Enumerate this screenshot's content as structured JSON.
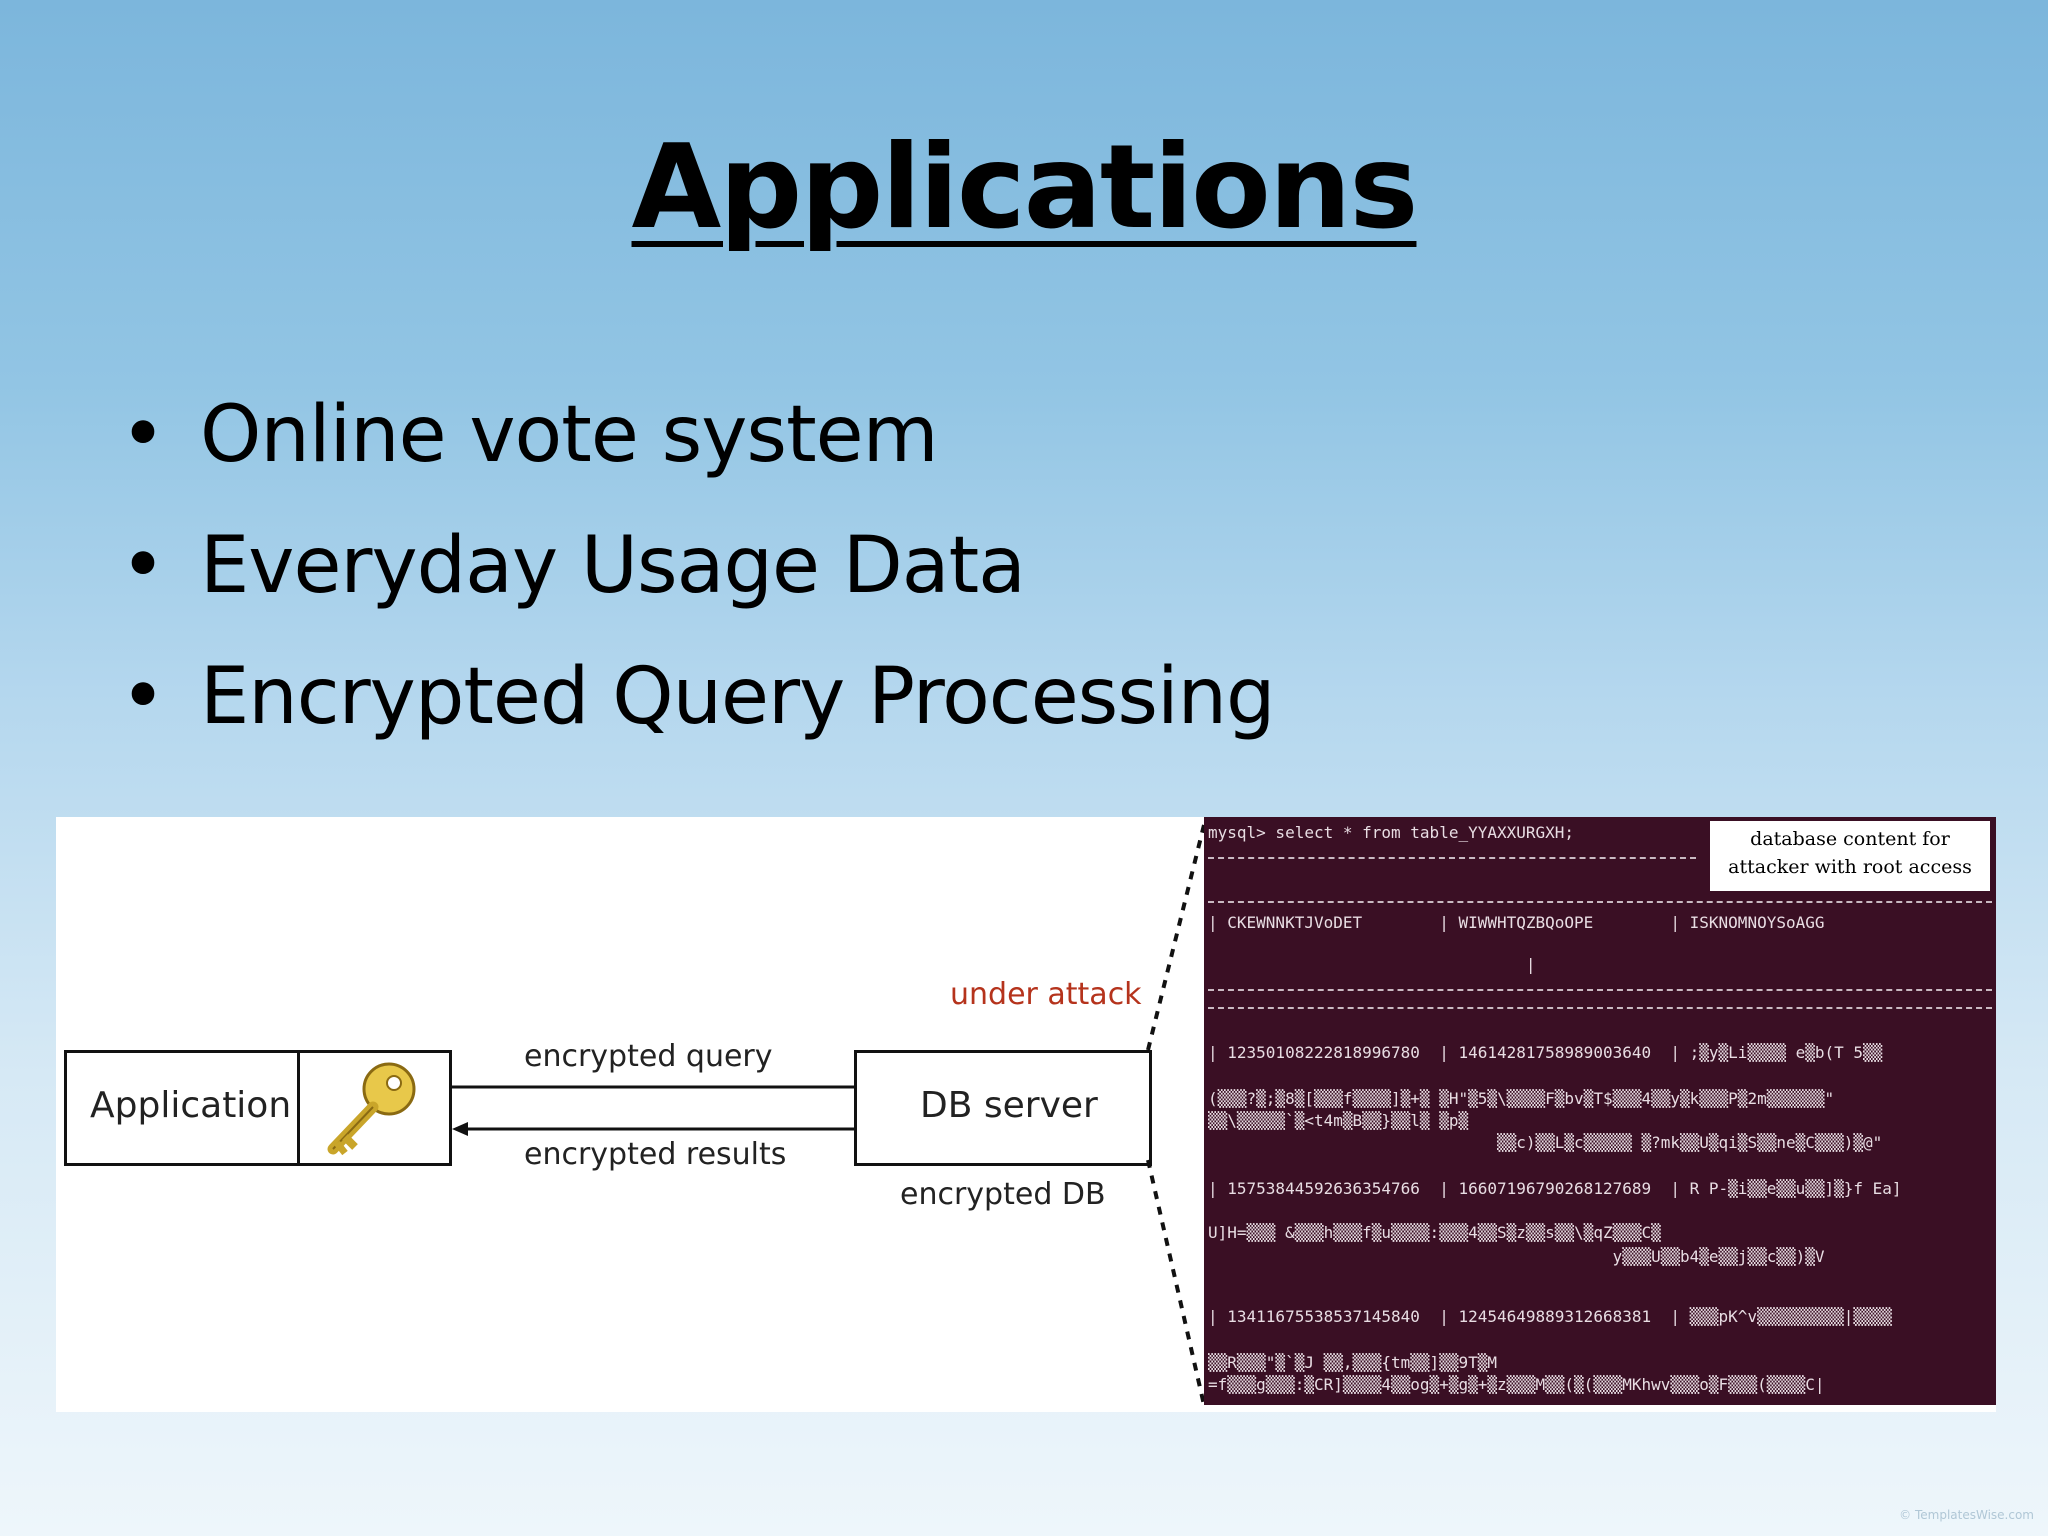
{
  "slide": {
    "title": "Applications",
    "bullets": [
      "Online vote system",
      "Everyday Usage Data",
      "Encrypted Query Processing"
    ]
  },
  "diagram": {
    "application_label": "Application",
    "key_icon": "key-icon",
    "query_label": "encrypted query",
    "results_label": "encrypted results",
    "server_label": "DB server",
    "db_label": "encrypted DB",
    "attack_label": "under attack",
    "attack_color": "#b5331c"
  },
  "terminal": {
    "command": "mysql> select * from table_YYAXXURGXH;",
    "note_line1": "database content for",
    "note_line2": "attacker with root access",
    "header_row": "| CKEWNNKTJVoDET        | WIWWHTQZBQoOPE        | ISKNOMNOYSoAGG",
    "header_sep": "                                 |",
    "row1": "| 12350108222818996780  | 14614281758989003640  | ;▒y▒Li▒▒▒▒ e▒b(T 5▒▒",
    "row1_a": "(▒▒▒?▒;▒8▒[▒▒▒f▒▒▒▒]▒+▒ ▒H\"▒5▒\\▒▒▒▒F▒bv▒T$▒▒▒4▒▒y▒k▒▒▒P▒2m▒▒▒▒▒▒\"",
    "row1_b": "▒▒\\▒▒▒▒▒`▒<t4m▒B▒▒}▒▒l▒ ▒p▒",
    "row1_c": "                              ▒▒c)▒▒L▒c▒▒▒▒▒ ▒?mk▒▒U▒qi▒S▒▒ne▒C▒▒▒)▒@\"",
    "row2": "| 15753844592636354766  | 16607196790268127689  | R P-▒i▒▒e▒▒u▒▒]▒}f Ea]",
    "row2_a": "U]H=▒▒▒ &▒▒▒h▒▒▒f▒u▒▒▒▒:▒▒▒4▒▒S▒z▒▒s▒▒\\▒qZ▒▒▒C▒",
    "row2_b": "                                          y▒▒▒U▒▒b4▒e▒▒j▒▒c▒▒)▒V",
    "row3": "| 13411675538537145840  | 12454649889312668381  | ▒▒▒pK^v▒▒▒▒▒▒▒▒▒|▒▒▒▒",
    "row3_a": "▒▒R▒▒▒\"▒`▒J ▒▒,▒▒▒{tm▒▒]▒▒9T▒M",
    "row3_b": "=f▒▒▒g▒▒▒:▒CR]▒▒▒▒4▒▒og▒+▒g▒+▒z▒▒▒M▒▒(▒(▒▒▒MKhwv▒▒▒o▒F▒▒▒(▒▒▒▒C|"
  },
  "watermark": "© TemplatesWise.com"
}
